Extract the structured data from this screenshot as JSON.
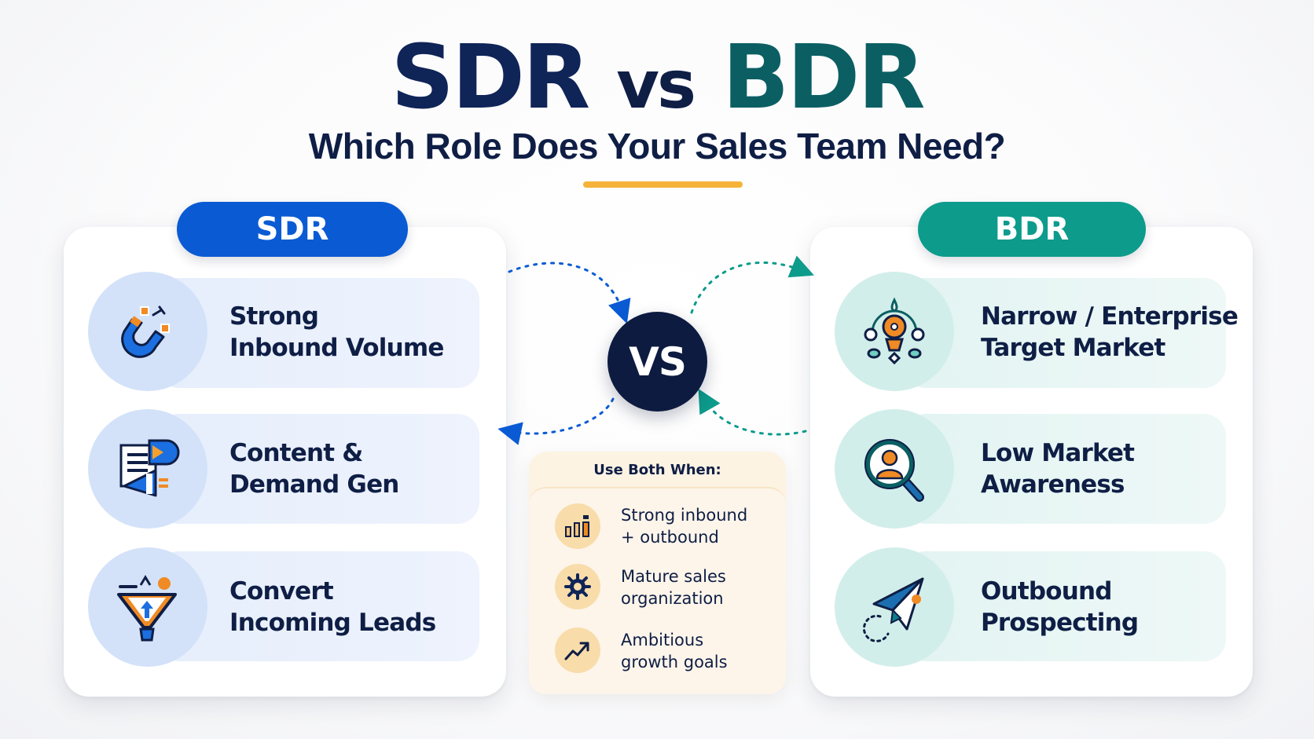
{
  "header": {
    "title_left": "SDR",
    "title_vs": "vs",
    "title_right": "BDR",
    "subtitle": "Which Role Does Your Sales Team Need?",
    "underline_color": "#f6b339"
  },
  "colors": {
    "sdr_accent": "#0a5bd3",
    "bdr_accent": "#0d9b8c",
    "navy": "#0f1e45",
    "highlight_orange": "#f08a24"
  },
  "sdr": {
    "label": "SDR",
    "items": [
      {
        "icon": "magnet-icon",
        "line1": "Strong",
        "line2": "Inbound Volume"
      },
      {
        "icon": "content-megaphone-icon",
        "line1": "Content &",
        "line2": "Demand Gen"
      },
      {
        "icon": "funnel-icon",
        "line1": "Convert",
        "line2": "Incoming Leads"
      }
    ]
  },
  "center": {
    "vs_label": "VS",
    "both": {
      "title": "Use Both When:",
      "items": [
        {
          "icon": "bar-chart-icon",
          "line1": "Strong inbound",
          "line2": "+ outbound"
        },
        {
          "icon": "gear-icon",
          "line1": "Mature sales",
          "line2": "organization"
        },
        {
          "icon": "trend-up-icon",
          "line1": "Ambitious",
          "line2": "growth goals"
        }
      ]
    }
  },
  "bdr": {
    "label": "BDR",
    "items": [
      {
        "icon": "target-network-icon",
        "line1": "Narrow / Enterprise",
        "line2": "Target Market"
      },
      {
        "icon": "magnifier-person-icon",
        "line1": "Low Market",
        "line2": "Awareness"
      },
      {
        "icon": "paper-plane-icon",
        "line1": "Outbound",
        "line2": "Prospecting"
      }
    ]
  }
}
